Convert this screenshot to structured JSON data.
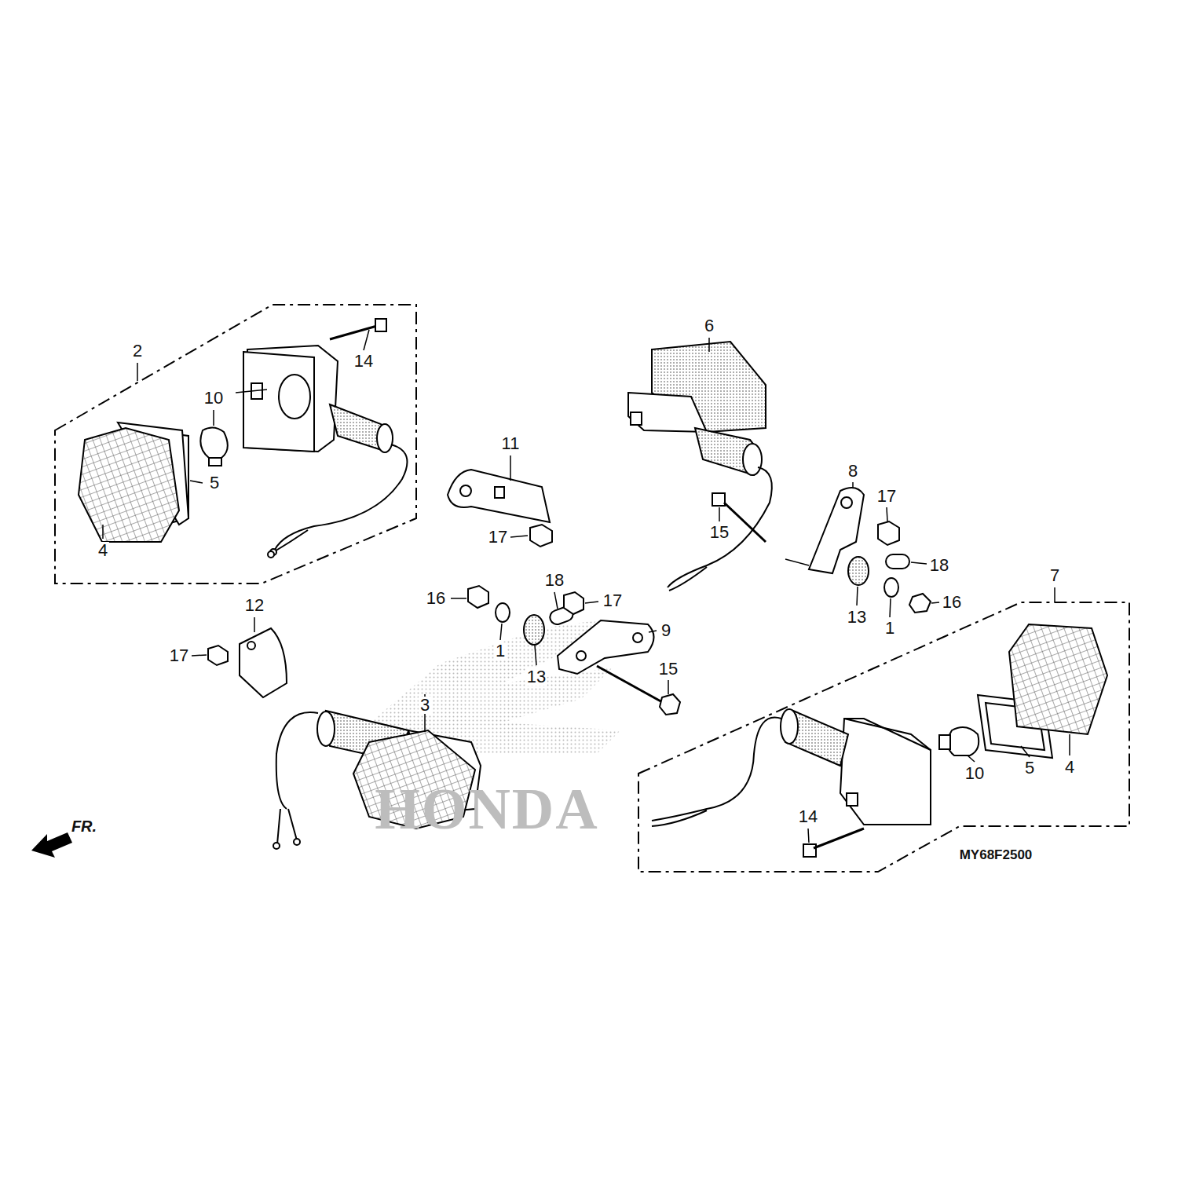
{
  "diagram": {
    "labels": [
      "2",
      "14",
      "10",
      "5",
      "4",
      "6",
      "11",
      "17",
      "8",
      "17",
      "15",
      "18",
      "7",
      "18",
      "16",
      "17",
      "16",
      "12",
      "13",
      "1",
      "9",
      "17",
      "1",
      "15",
      "13",
      "3",
      "5",
      "4",
      "10",
      "HONDA",
      "14",
      "FR.",
      "MY68F2500"
    ]
  }
}
